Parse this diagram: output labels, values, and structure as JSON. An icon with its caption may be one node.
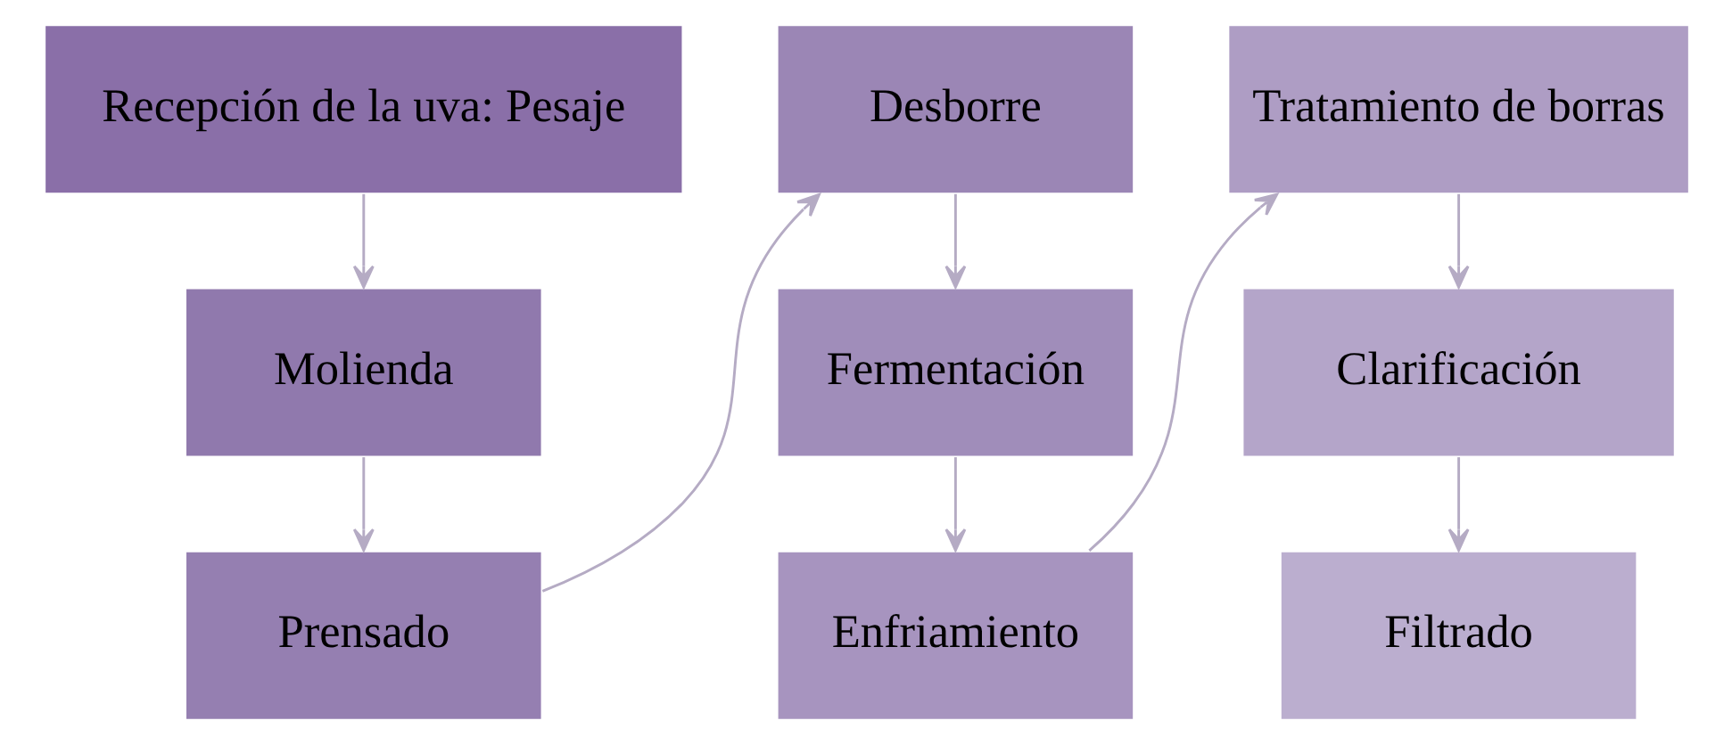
{
  "diagram": {
    "nodes": [
      {
        "text": [
          "Recepción de la uva: Pesaje"
        ]
      },
      {
        "text": [
          "Molienda"
        ]
      },
      {
        "text": [
          "Prensado"
        ]
      },
      {
        "text": [
          "Desborre"
        ]
      },
      {
        "text": [
          "Fermentación"
        ]
      },
      {
        "text": [
          "Enfriamiento"
        ]
      },
      {
        "text": [
          "Tratamiento de borras"
        ]
      },
      {
        "text": [
          "Clarificación"
        ]
      },
      {
        "text": [
          "Filtrado"
        ]
      }
    ],
    "edges": [
      {
        "from": 0,
        "to": 1,
        "arrow": "to"
      },
      {
        "from": 1,
        "to": 2,
        "arrow": "to"
      },
      {
        "from": 2,
        "to": 3,
        "arrow": "to"
      },
      {
        "from": 3,
        "to": 4,
        "arrow": "to"
      },
      {
        "from": 4,
        "to": 5,
        "arrow": "to"
      },
      {
        "from": 5,
        "to": 6,
        "arrow": "to"
      },
      {
        "from": 6,
        "to": 7,
        "arrow": "to"
      },
      {
        "from": 7,
        "to": 8,
        "arrow": "to"
      }
    ]
  }
}
